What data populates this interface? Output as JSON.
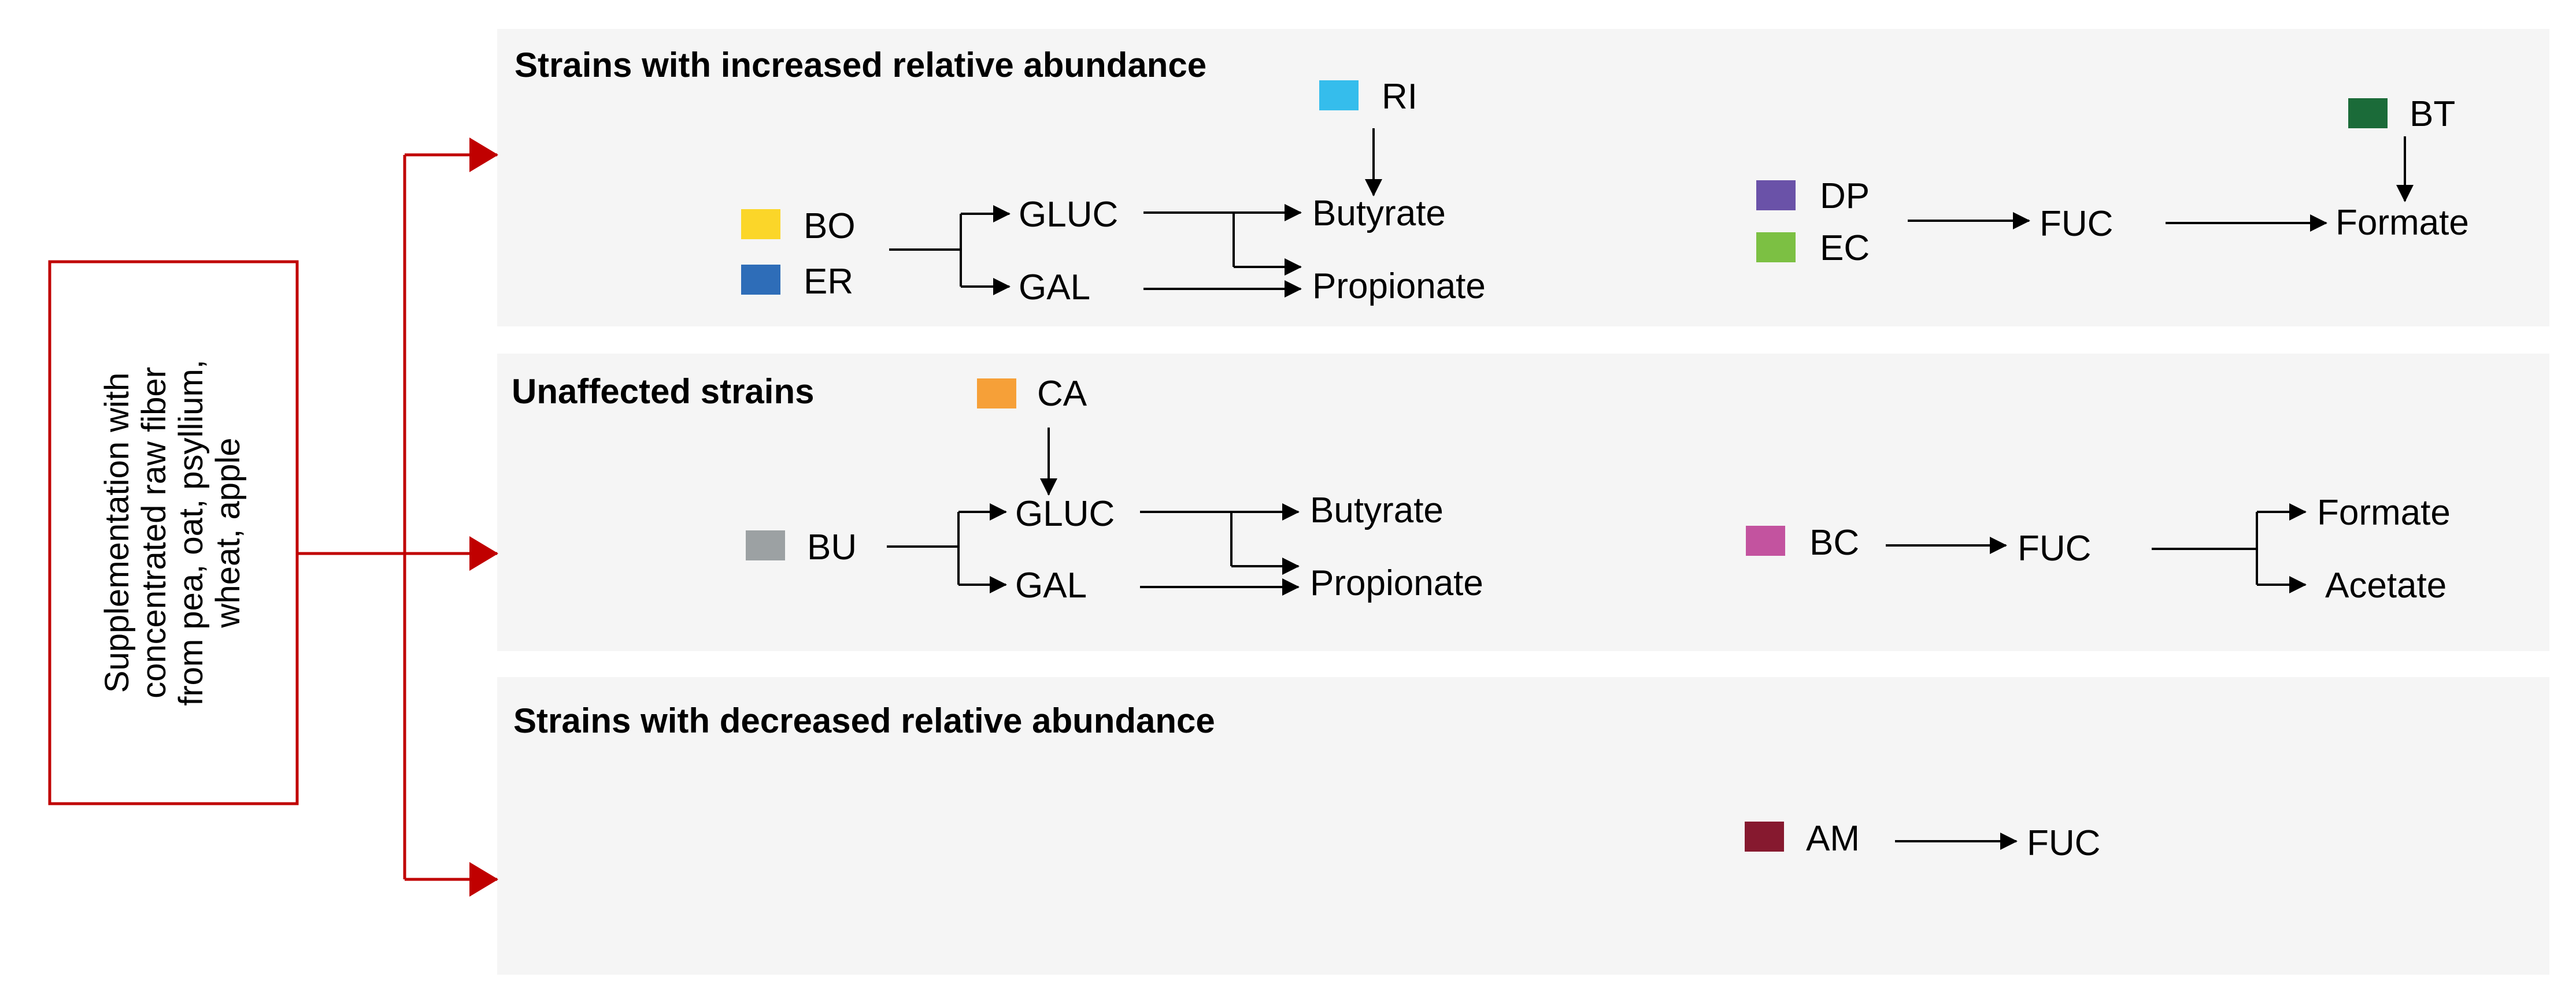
{
  "source_box": {
    "lines": [
      "Supplementation with",
      "concentrated raw fiber",
      "from pea, oat, psyllium,",
      "wheat, apple"
    ]
  },
  "panels": {
    "increased": {
      "title": "Strains with increased relative abundance"
    },
    "unaffected": {
      "title": "Unaffected strains"
    },
    "decreased": {
      "title": "Strains with decreased relative abundance"
    }
  },
  "strains": {
    "RI": {
      "label": "RI",
      "color": "#35BDEC"
    },
    "BO": {
      "label": "BO",
      "color": "#FBD629"
    },
    "ER": {
      "label": "ER",
      "color": "#2E6DB8"
    },
    "DP": {
      "label": "DP",
      "color": "#6A52A8"
    },
    "EC": {
      "label": "EC",
      "color": "#7CC043"
    },
    "BT": {
      "label": "BT",
      "color": "#1B6B39"
    },
    "CA": {
      "label": "CA",
      "color": "#F6A038"
    },
    "BU": {
      "label": "BU",
      "color": "#9CA1A3"
    },
    "BC": {
      "label": "BC",
      "color": "#C3539F"
    },
    "AM": {
      "label": "AM",
      "color": "#86192F"
    }
  },
  "metabolites": {
    "gluc": "GLUC",
    "gal": "GAL",
    "butyrate": "Butyrate",
    "propionate": "Propionate",
    "fuc": "FUC",
    "formate": "Formate",
    "acetate": "Acetate"
  },
  "colors": {
    "source_arrow": "#C00000",
    "panel_bg": "#F5F5F5",
    "text": "#000000"
  }
}
